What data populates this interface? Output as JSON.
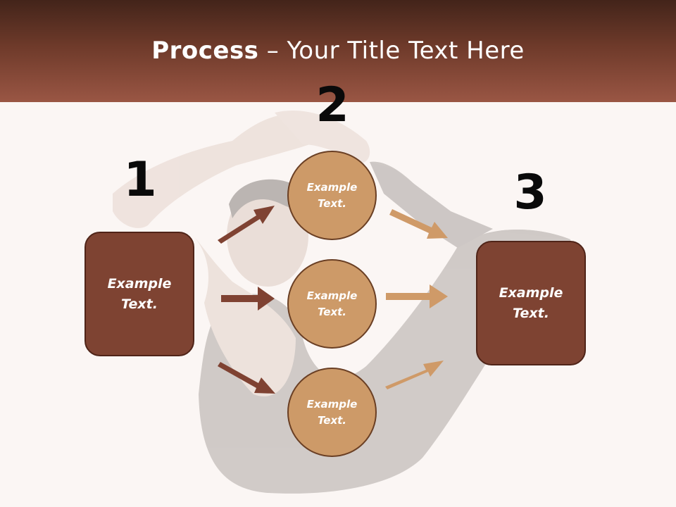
{
  "slide": {
    "title_bold": "Process",
    "title_rest": " – Your Title Text Here"
  },
  "steps": [
    {
      "number": "1",
      "text": "Example\nText."
    },
    {
      "number": "2"
    },
    {
      "number": "3",
      "text": "Example\nText."
    }
  ],
  "circles": [
    {
      "text": "Example\nText."
    },
    {
      "text": "Example\nText."
    },
    {
      "text": "Example\nText."
    }
  ],
  "colors": {
    "box_fill": "#7e4332",
    "circle_fill": "#cd9a68",
    "left_arrows": "#7f4232",
    "right_arrows": "#cf9a68",
    "header_top": "#43241a",
    "header_bottom": "#9a5644"
  }
}
